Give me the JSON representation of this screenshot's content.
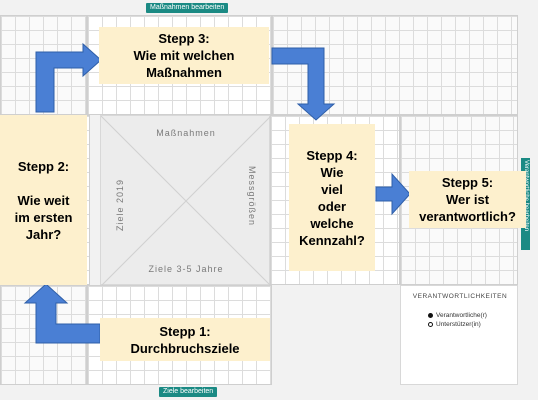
{
  "toolbar": {
    "edit_measures_label": "Maßnahmen bearbeiten",
    "edit_goals_label": "Ziele bearbeiten",
    "right_tab_label": "Verantwortliche bearbeiten"
  },
  "xmatrix": {
    "top_label": "Maßnahmen",
    "bottom_label": "Ziele 3-5 Jahre",
    "left_label": "Ziele 2019",
    "right_label": "Messgrößen"
  },
  "responsibilities": {
    "title": "VERANTWORTLICHKEITEN",
    "legend_responsible": "Verantwortliche(r)",
    "legend_supporter": "Unterstützer(in)"
  },
  "steps": {
    "step1": "Stepp 1:\nDurchbruchsziele",
    "step2": "Stepp 2:\n\nWie weit\nim ersten\nJahr?",
    "step3": "Stepp 3:\nWie mit welchen\nMaßnahmen",
    "step4": "Stepp 4:\nWie\nviel\noder\nwelche\nKennzahl?",
    "step5": "Stepp 5:\nWer ist\nverantwortlich?"
  },
  "colors": {
    "arrow": "#4a7fd4",
    "step_fill": "#fdf0cd",
    "accent": "#1b8a84"
  }
}
